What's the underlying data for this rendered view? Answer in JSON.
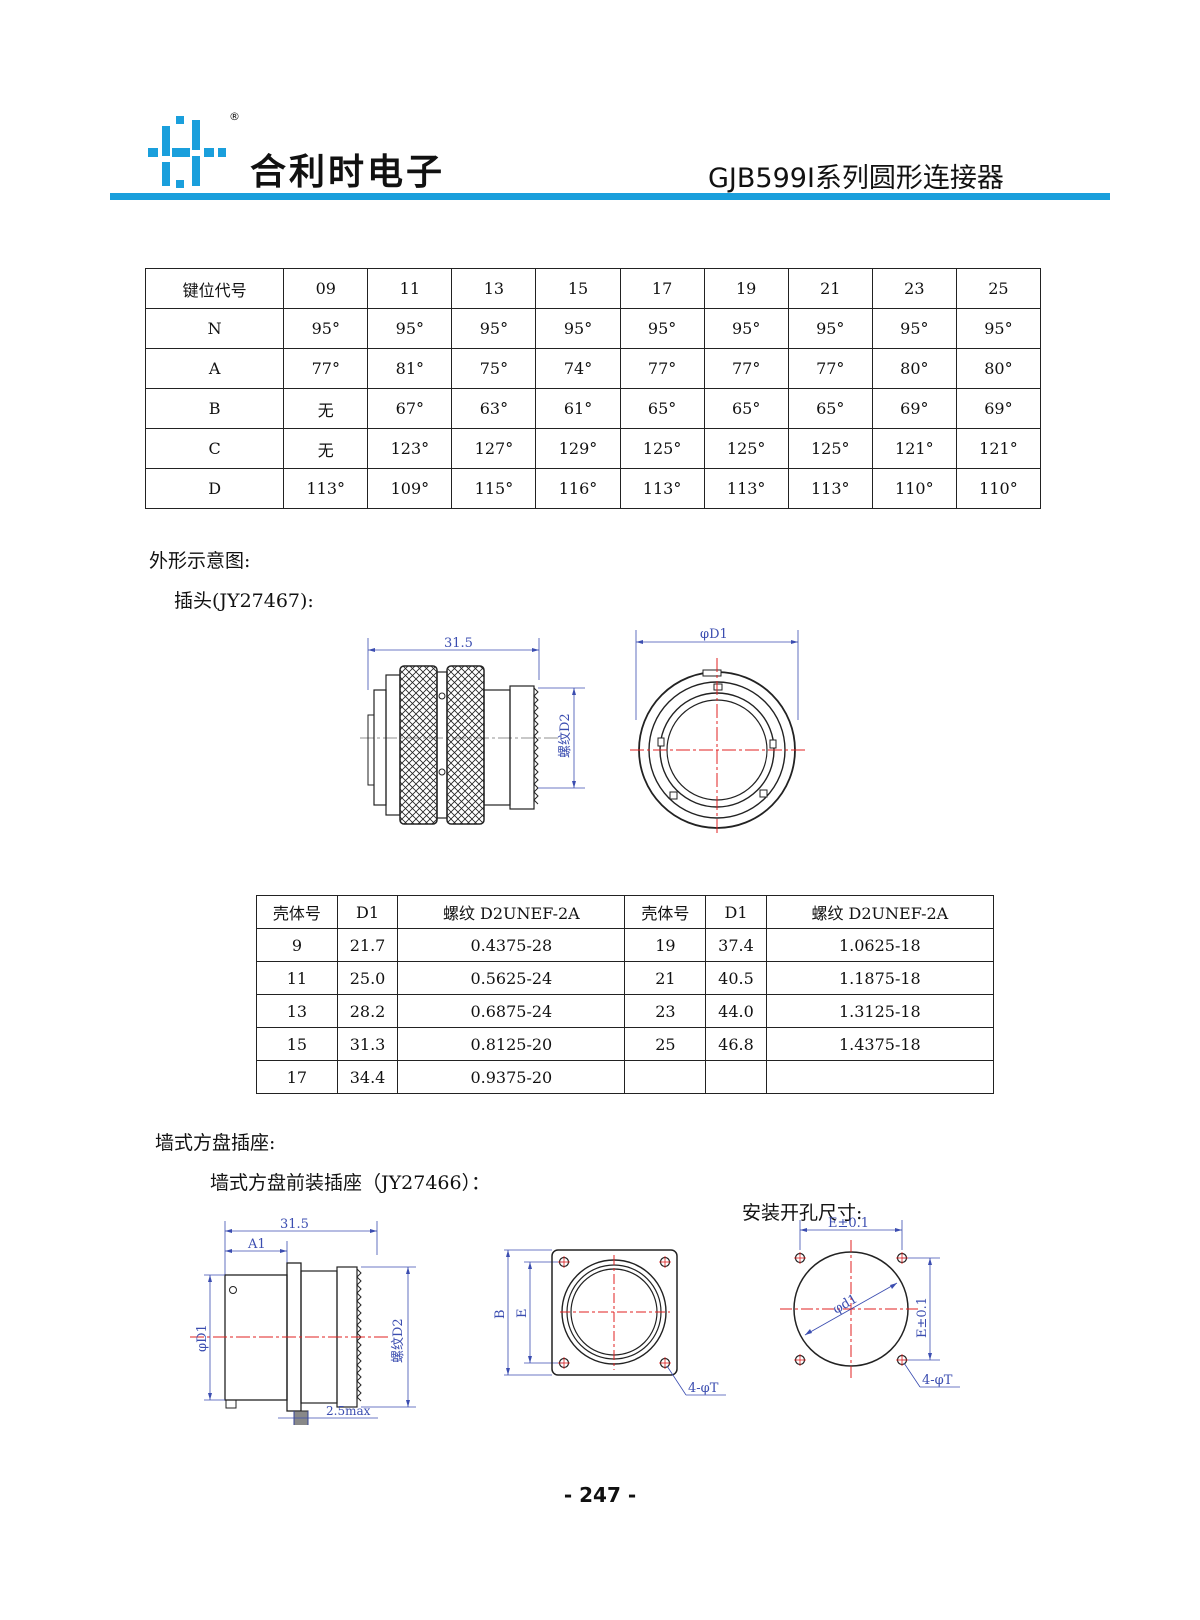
{
  "header": {
    "brand_name": "合利时电子",
    "registered_mark": "®",
    "series_title": "GJB599Ⅰ系列圆形连接器",
    "logo_icon": "hls-logo-icon",
    "accent_color": "#1a9fdc"
  },
  "key_table": {
    "header": [
      "键位代号",
      "09",
      "11",
      "13",
      "15",
      "17",
      "19",
      "21",
      "23",
      "25"
    ],
    "rows": [
      [
        "N",
        "95°",
        "95°",
        "95°",
        "95°",
        "95°",
        "95°",
        "95°",
        "95°",
        "95°"
      ],
      [
        "A",
        "77°",
        "81°",
        "75°",
        "74°",
        "77°",
        "77°",
        "77°",
        "80°",
        "80°"
      ],
      [
        "B",
        "无",
        "67°",
        "63°",
        "61°",
        "65°",
        "65°",
        "65°",
        "69°",
        "69°"
      ],
      [
        "C",
        "无",
        "123°",
        "127°",
        "129°",
        "125°",
        "125°",
        "125°",
        "121°",
        "121°"
      ],
      [
        "D",
        "113°",
        "109°",
        "115°",
        "116°",
        "113°",
        "113°",
        "113°",
        "110°",
        "110°"
      ]
    ]
  },
  "sections": {
    "outline": "外形示意图:",
    "plug": "插头(JY27467):",
    "wall": "墙式方盘插座:",
    "wall_front": "墙式方盘前装插座（JY27466）：",
    "panel_cutout": "安装开孔尺寸:"
  },
  "plug_drawing": {
    "length": "31.5",
    "thread": "螺纹D2",
    "diameter": "φD1"
  },
  "plug_table": {
    "header": [
      "壳体号",
      "D1",
      "螺纹 D2UNEF-2A",
      "壳体号",
      "D1",
      "螺纹 D2UNEF-2A"
    ],
    "rows": [
      [
        "9",
        "21.7",
        "0.4375-28",
        "19",
        "37.4",
        "1.0625-18"
      ],
      [
        "11",
        "25.0",
        "0.5625-24",
        "21",
        "40.5",
        "1.1875-18"
      ],
      [
        "13",
        "28.2",
        "0.6875-24",
        "23",
        "44.0",
        "1.3125-18"
      ],
      [
        "15",
        "31.3",
        "0.8125-20",
        "25",
        "46.8",
        "1.4375-18"
      ],
      [
        "17",
        "34.4",
        "0.9375-20",
        "",
        "",
        ""
      ]
    ]
  },
  "receptacle_drawing": {
    "length": "31.5",
    "a1": "A1",
    "diameter": "φD1",
    "thread": "螺纹D2",
    "flange": "2.5max",
    "b": "B",
    "e": "E",
    "holes": "4-φT"
  },
  "cutout_drawing": {
    "e_tol_h": "E±0.1",
    "e_tol_v": "E±0.1",
    "d1": "φd1",
    "holes": "4-φT"
  },
  "page_number": "- 247 -"
}
